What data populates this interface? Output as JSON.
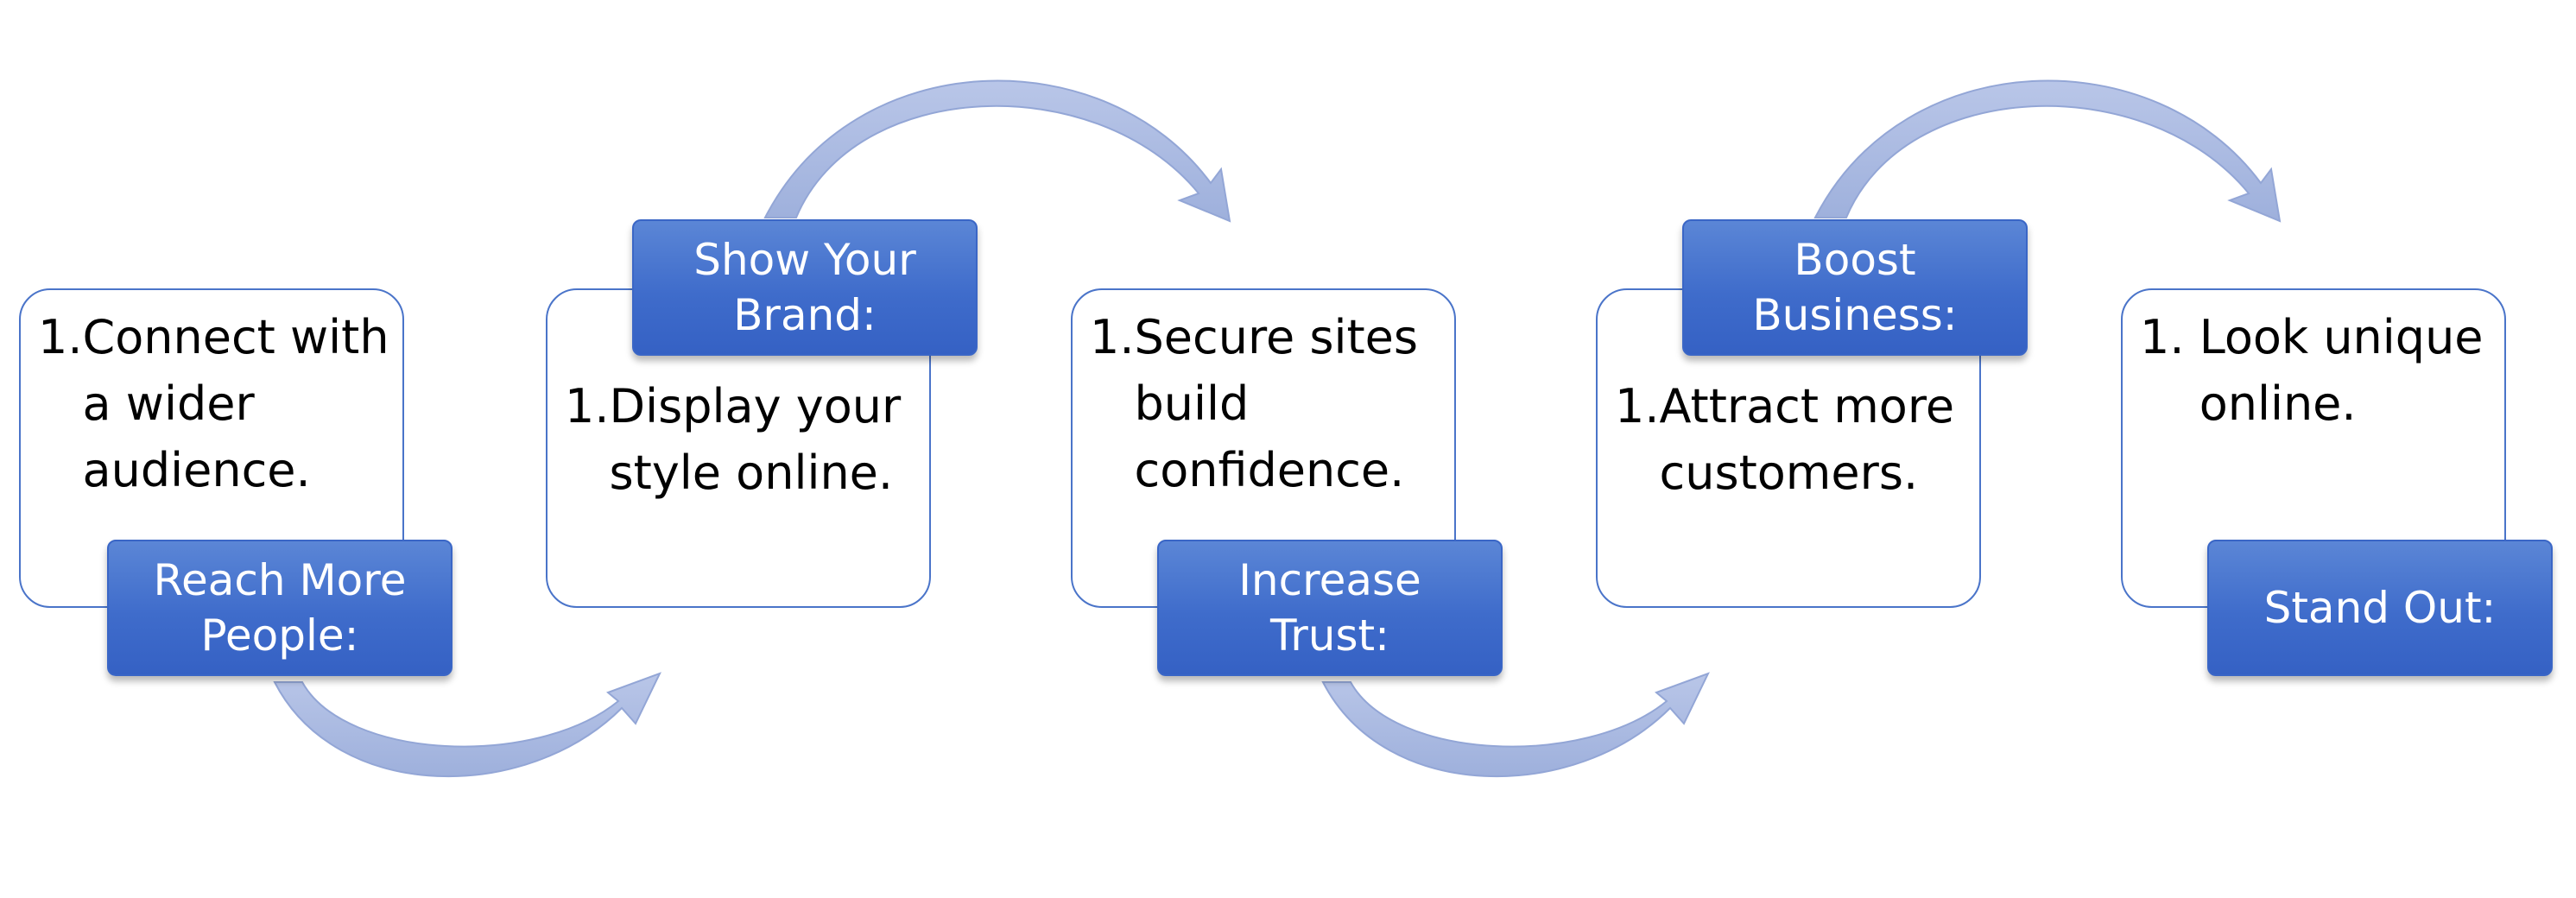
{
  "steps": [
    {
      "label": "Reach More People:",
      "items": [
        {
          "number": "1.",
          "text": "Connect with a wider audience."
        }
      ]
    },
    {
      "label": "Show Your Brand:",
      "items": [
        {
          "number": "1.",
          "text": "Display your style online."
        }
      ]
    },
    {
      "label": "Increase Trust:",
      "items": [
        {
          "number": "1.",
          "text": "Secure sites build confidence."
        }
      ]
    },
    {
      "label": "Boost Business:",
      "items": [
        {
          "number": "1.",
          "text": "Attract more customers."
        }
      ]
    },
    {
      "label": "Stand Out:",
      "items": [
        {
          "number": "1. ",
          "text": "Look unique online."
        }
      ]
    }
  ],
  "colors": {
    "label_fill": "#4a76cf",
    "card_border": "#4a74c9",
    "arrow_fill": "#a8b8df"
  }
}
